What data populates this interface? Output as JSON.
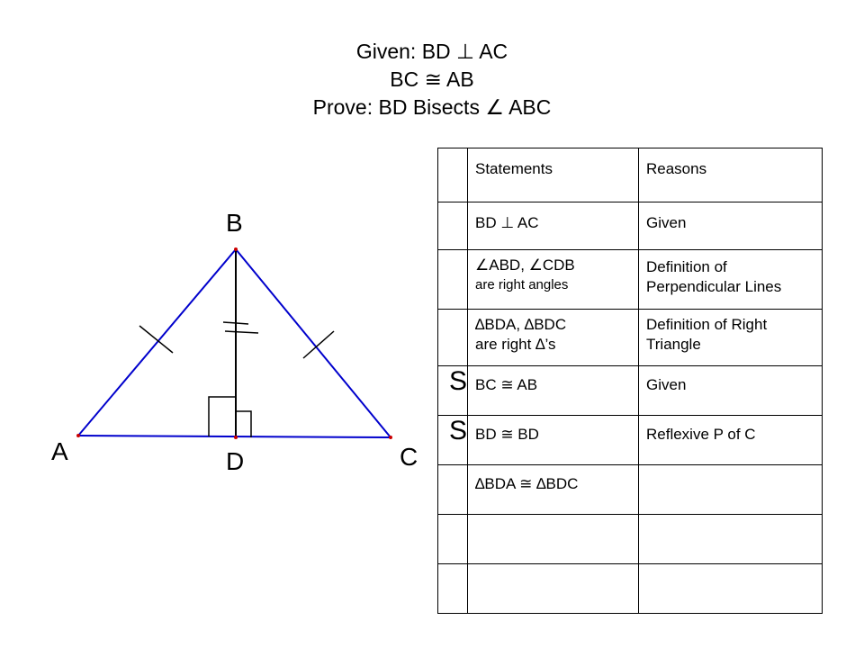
{
  "title": {
    "given_line1": "Given: BD ⊥ AC",
    "given_line2": "BC ≅ AB",
    "prove_line": "Prove: BD Bisects ∠ ABC"
  },
  "diagram": {
    "labels": {
      "B": "B",
      "A": "A",
      "C": "C",
      "D": "D"
    },
    "line_color": "#0000cc",
    "segment_color": "#000000",
    "point_color": "#cc0000"
  },
  "proof_table": {
    "headers": {
      "statements": "Statements",
      "reasons": "Reasons"
    },
    "rows": [
      {
        "tag": "",
        "statement": "BD ⊥ AC",
        "statement_sub": "",
        "reason": "Given",
        "reason_small": false
      },
      {
        "tag": "",
        "statement": "∠ABD, ∠CDB",
        "statement_sub": "are right angles",
        "reason": "Definition of Perpendicular Lines",
        "reason_small": true
      },
      {
        "tag": "",
        "statement": "∆BDA, ∆BDC",
        "statement_sub": "are right ∆’s",
        "reason": "Definition of Right Triangle",
        "reason_small": true
      },
      {
        "tag": "S",
        "statement": "BC ≅ AB",
        "statement_sub": "",
        "reason": "Given",
        "reason_small": false
      },
      {
        "tag": "S",
        "statement": "BD ≅ BD",
        "statement_sub": "",
        "reason": "Reflexive P of C",
        "reason_small": false
      },
      {
        "tag": "",
        "statement": "∆BDA ≅ ∆BDC",
        "statement_sub": "",
        "reason": "",
        "reason_small": false
      },
      {
        "tag": "",
        "statement": "",
        "statement_sub": "",
        "reason": "",
        "reason_small": false
      },
      {
        "tag": "",
        "statement": "",
        "statement_sub": "",
        "reason": "",
        "reason_small": false
      }
    ]
  }
}
